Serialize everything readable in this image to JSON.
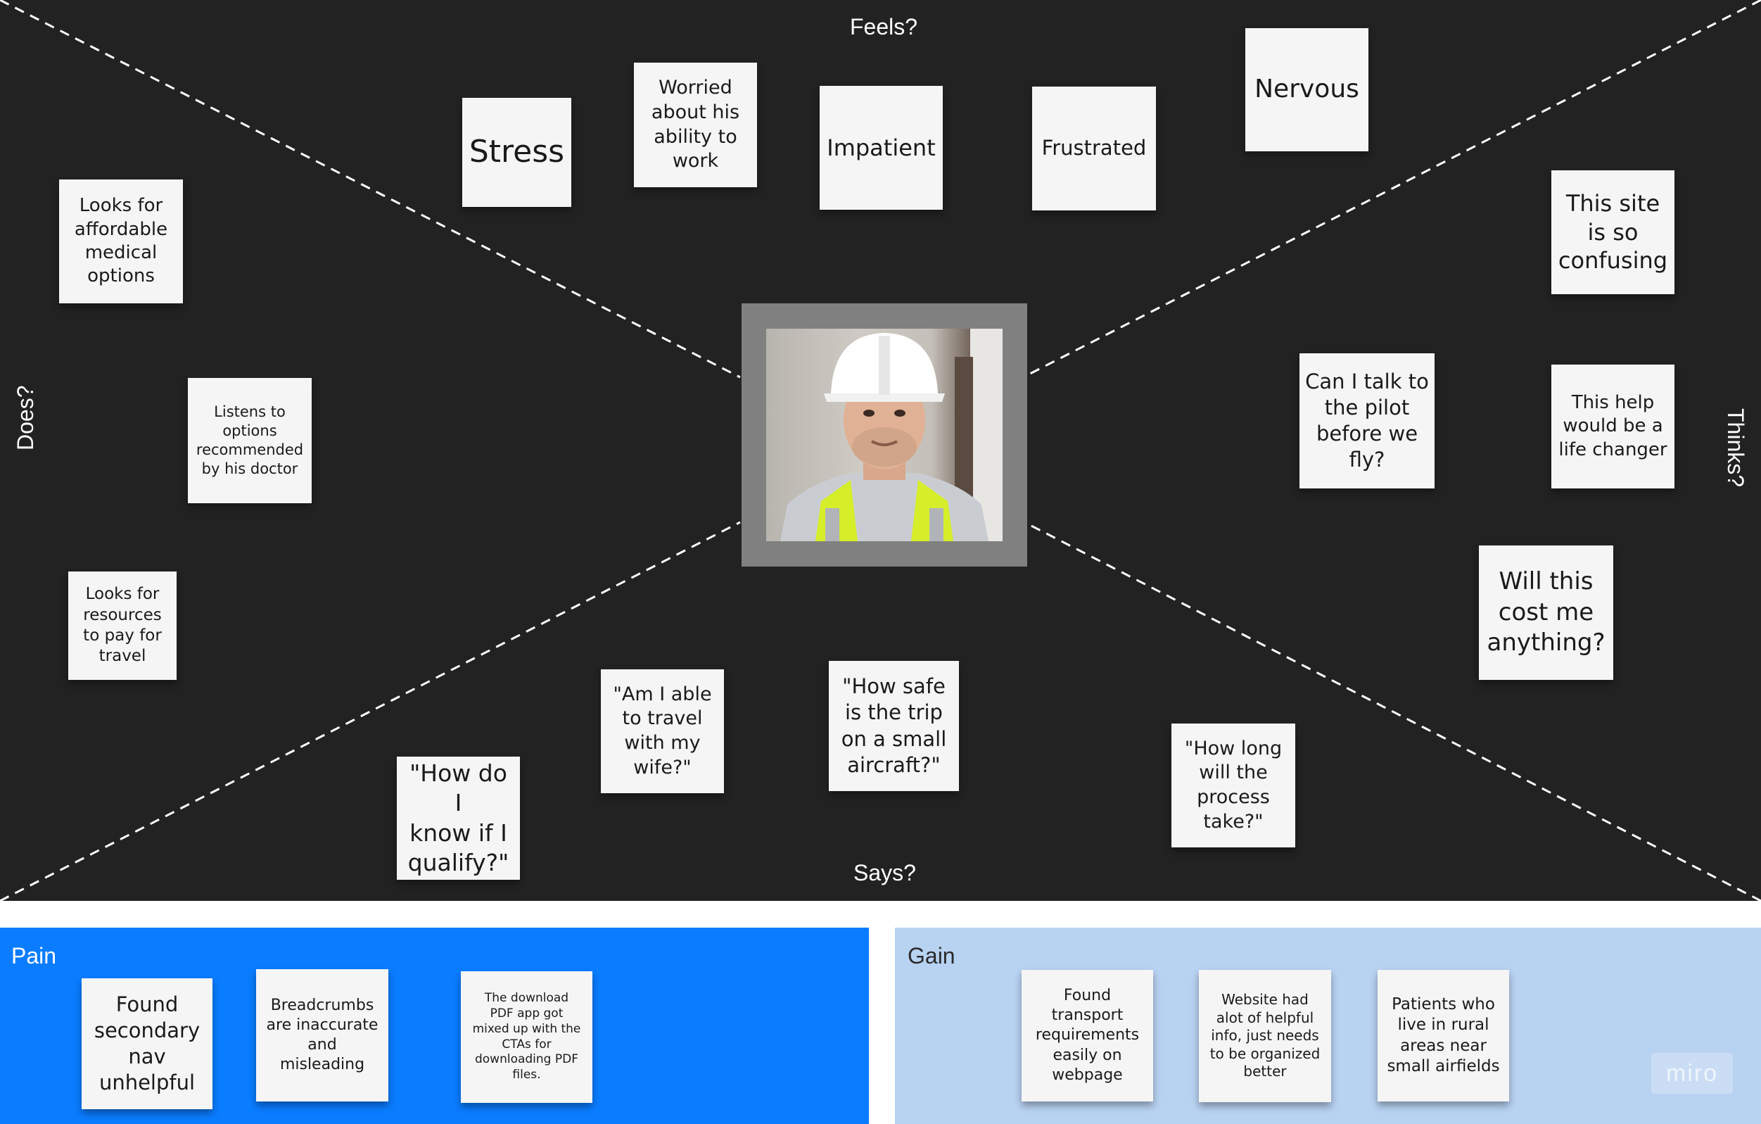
{
  "board": {
    "labels": {
      "feels": "Feels?",
      "does": "Does?",
      "thinks": "Thinks?",
      "says": "Says?"
    },
    "center": {
      "image": "worker-portrait"
    }
  },
  "stickies": {
    "feels": {
      "stress": "Stress",
      "worried": "Worried\nabout his\nability to\nwork",
      "impatient": "Impatient",
      "frustrated": "Frustrated",
      "nervous": "Nervous"
    },
    "does": {
      "affordable": "Looks for\naffordable\nmedical\noptions",
      "listens": "Listens to\noptions\nrecommended\nby his doctor",
      "resources": "Looks for\nresources\nto pay for\ntravel"
    },
    "thinks": {
      "confusing": "This site\nis so\nconfusing",
      "pilot": "Can I talk to\nthe pilot\nbefore we\nfly?",
      "life_changer": "This help\nwould be a\nlife changer",
      "cost": "Will this\ncost me\nanything?"
    },
    "says": {
      "travel_wife": "\"Am I able\nto travel\nwith my\nwife?\"",
      "how_safe": "\"How safe\nis the trip\non a small\naircraft?\"",
      "qualify": "\"How do I\nknow if I\nqualify?\"",
      "how_long": "\"How long\nwill the\nprocess\ntake?\""
    }
  },
  "pain": {
    "title": "Pain",
    "items": [
      "Found\nsecondary\nnav\nunhelpful",
      "Breadcrumbs\nare inaccurate\nand\nmisleading",
      "The download\nPDF app got\nmixed up with the\nCTAs for\ndownloading PDF\nfiles."
    ]
  },
  "gain": {
    "title": "Gain",
    "items": [
      "Found\ntransport\nrequirements\neasily on\nwebpage",
      "Website had\nalot of helpful\ninfo, just needs\nto be organized\nbetter",
      "Patients who\nlive in rural\nareas near\nsmall airfields"
    ]
  },
  "branding": {
    "logo": "miro"
  },
  "colors": {
    "board": "#222222",
    "pain": "#0a7cff",
    "gain": "#b8d2f2",
    "sticky": "#f5f5f5"
  }
}
